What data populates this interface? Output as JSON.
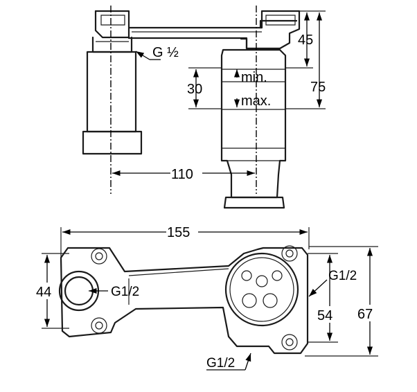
{
  "side_view": {
    "thread_label": "G ½",
    "dim_top": "45",
    "dim_total": "75",
    "dim_range": "30",
    "min_label": "min.",
    "max_label": "max.",
    "dim_center": "110"
  },
  "plan_view": {
    "dim_width": "155",
    "dim_left_height": "44",
    "inlet_label": "G1/2",
    "outlet_label": "G1/2",
    "bottom_label": "G1/2",
    "dim_inner_height": "54",
    "dim_outer_height": "67"
  }
}
